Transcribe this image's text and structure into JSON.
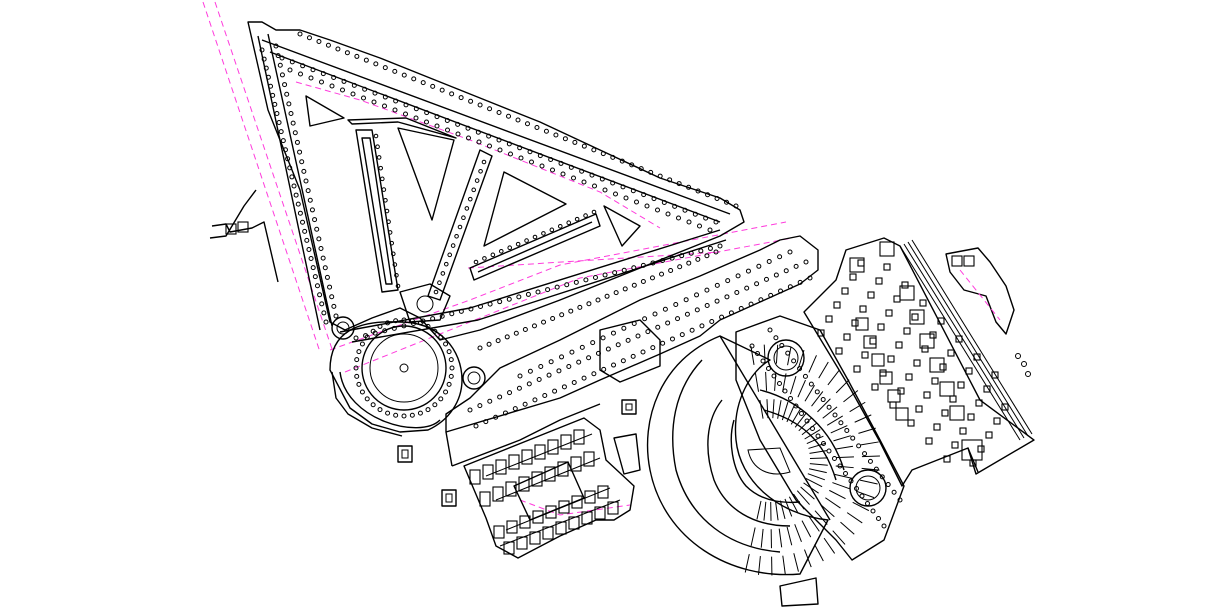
{
  "drawing": {
    "kind": "architectural-site-plan",
    "text_labels": [],
    "colors": {
      "background": "#ffffff",
      "walls": "#000000",
      "axis_lines": "#ff3cdc"
    },
    "elements": [
      "triangular-colonnaded-forum",
      "circular-rotunda-court",
      "colonnaded-street",
      "rectangular-courtyard-block",
      "amphitheatre",
      "semicircular-exedra-complex",
      "hypostyle-pier-hall",
      "small-outbuilding"
    ]
  }
}
